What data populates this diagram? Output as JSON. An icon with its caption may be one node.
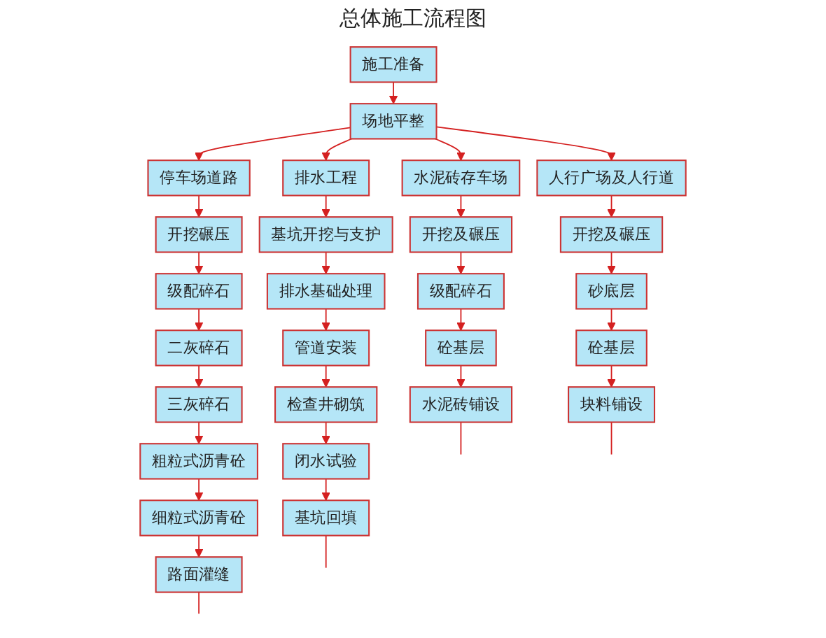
{
  "diagram": {
    "title": "总体施工流程图",
    "nodes": [
      {
        "text": [
          "施工准备"
        ]
      },
      {
        "text": [
          "场地平整"
        ]
      },
      {
        "text": [
          "停车场道路"
        ]
      },
      {
        "text": [
          "开挖碾压"
        ]
      },
      {
        "text": [
          "级配碎石"
        ]
      },
      {
        "text": [
          "二灰碎石"
        ]
      },
      {
        "text": [
          "三灰碎石"
        ]
      },
      {
        "text": [
          "粗粒式沥青砼"
        ]
      },
      {
        "text": [
          "细粒式沥青砼"
        ]
      },
      {
        "text": [
          "路面灌缝"
        ]
      },
      {
        "text": [
          "水泥砖存车场"
        ]
      },
      {
        "text": [
          "开挖及碾压"
        ]
      },
      {
        "text": [
          "级配碎石"
        ]
      },
      {
        "text": [
          "砼基层"
        ]
      },
      {
        "text": [
          "水泥砖铺设"
        ]
      },
      {
        "text": [
          "人行广场及人行道"
        ]
      },
      {
        "text": [
          "开挖及碾压"
        ]
      },
      {
        "text": [
          "砂底层"
        ]
      },
      {
        "text": [
          "砼基层"
        ]
      },
      {
        "text": [
          "块料铺设"
        ]
      },
      {
        "text": [
          "排水工程"
        ]
      },
      {
        "text": [
          "基坑开挖与支护"
        ]
      },
      {
        "text": [
          "排水基础处理"
        ]
      },
      {
        "text": [
          "管道安装"
        ]
      },
      {
        "text": [
          "检查井砌筑"
        ]
      },
      {
        "text": [
          "闭水试验"
        ]
      },
      {
        "text": [
          "基坑回填"
        ]
      }
    ],
    "edges": [
      {
        "from": 0,
        "to": 1,
        "arrow": "to"
      },
      {
        "from": 1,
        "to": 2,
        "arrow": "to"
      },
      {
        "from": 1,
        "to": 10,
        "arrow": "to"
      },
      {
        "from": 1,
        "to": 15,
        "arrow": "to"
      },
      {
        "from": 1,
        "to": 20,
        "arrow": "to"
      },
      {
        "from": 2,
        "to": 3,
        "arrow": "to"
      },
      {
        "from": 3,
        "to": 4,
        "arrow": "to"
      },
      {
        "from": 4,
        "to": 5,
        "arrow": "to"
      },
      {
        "from": 5,
        "to": 6,
        "arrow": "to"
      },
      {
        "from": 6,
        "to": 7,
        "arrow": "to"
      },
      {
        "from": 7,
        "to": 8,
        "arrow": "to"
      },
      {
        "from": 8,
        "to": 9,
        "arrow": "to"
      },
      {
        "from": 9,
        "to": null,
        "arrow": "none"
      },
      {
        "from": 10,
        "to": 11,
        "arrow": "to"
      },
      {
        "from": 11,
        "to": 12,
        "arrow": "to"
      },
      {
        "from": 12,
        "to": 13,
        "arrow": "to"
      },
      {
        "from": 13,
        "to": 14,
        "arrow": "to"
      },
      {
        "from": 14,
        "to": null,
        "arrow": "none"
      },
      {
        "from": 15,
        "to": 16,
        "arrow": "to"
      },
      {
        "from": 16,
        "to": 17,
        "arrow": "to"
      },
      {
        "from": 17,
        "to": 18,
        "arrow": "to"
      },
      {
        "from": 18,
        "to": 19,
        "arrow": "to"
      },
      {
        "from": 19,
        "to": null,
        "arrow": "none"
      },
      {
        "from": 20,
        "to": 21,
        "arrow": "to"
      },
      {
        "from": 21,
        "to": 22,
        "arrow": "to"
      },
      {
        "from": 22,
        "to": 23,
        "arrow": "to"
      },
      {
        "from": 23,
        "to": 24,
        "arrow": "to"
      },
      {
        "from": 24,
        "to": 25,
        "arrow": "to"
      },
      {
        "from": 25,
        "to": 26,
        "arrow": "to"
      },
      {
        "from": 26,
        "to": null,
        "arrow": "none"
      }
    ]
  }
}
